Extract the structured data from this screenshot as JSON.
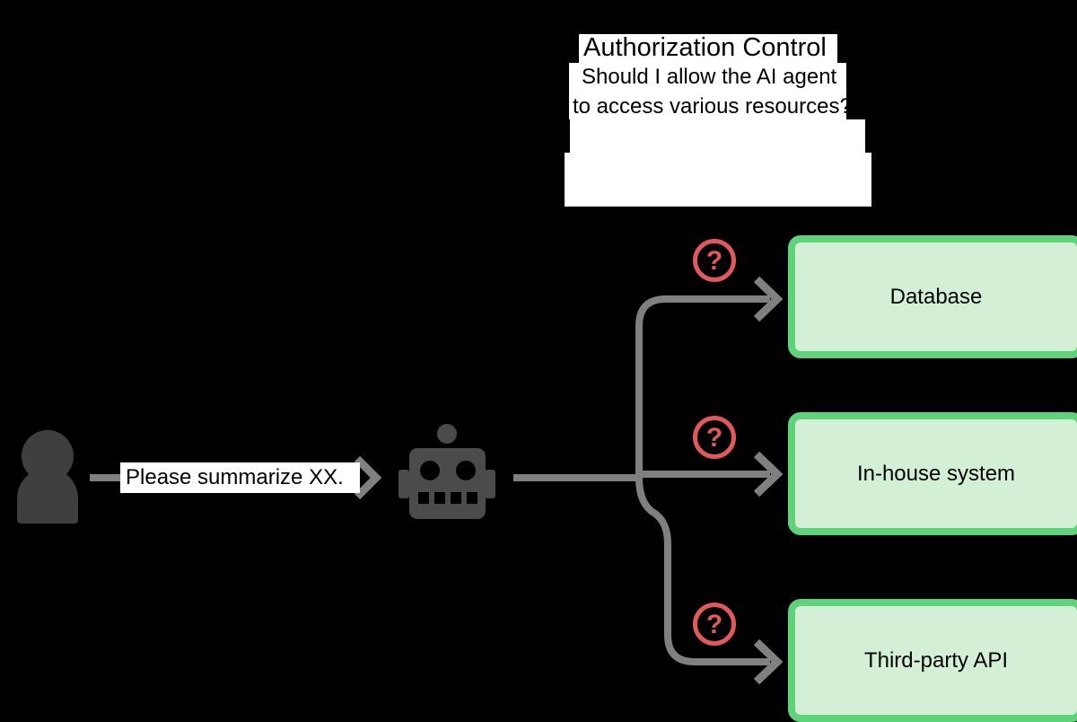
{
  "diagram": {
    "title": "Authorization Control",
    "background_color": "#000000",
    "callout": {
      "title": "Authorization Control",
      "line1": "Should I allow the AI agent",
      "line2": "to access various resources?",
      "background_color": "#ffffff",
      "text_color": "#000000"
    },
    "actors": {
      "user": {
        "label": "user-person-icon",
        "color": "#3f3f3f"
      },
      "agent": {
        "label": "ai-agent-robot-icon",
        "color": "#4b4b4b"
      }
    },
    "message": {
      "text": "Please summarize XX.",
      "background_color": "#ffffff",
      "text_color": "#000000"
    },
    "connector": {
      "color": "#808080",
      "arrow_style": "open-chevron",
      "stroke_width": 8
    },
    "badge": {
      "glyph": "?",
      "color": "#e2595b",
      "shape": "circle-outline"
    },
    "resources": [
      {
        "id": "database",
        "label": "Database",
        "border_color": "#5fd37a",
        "fill_color": "#d3f0d6",
        "badge": "?"
      },
      {
        "id": "inhouse-system",
        "label": "In-house system",
        "border_color": "#5fd37a",
        "fill_color": "#d3f0d6",
        "badge": "?"
      },
      {
        "id": "third-party-api",
        "label": "Third-party API",
        "border_color": "#5fd37a",
        "fill_color": "#d3f0d6",
        "badge": "?"
      }
    ]
  }
}
